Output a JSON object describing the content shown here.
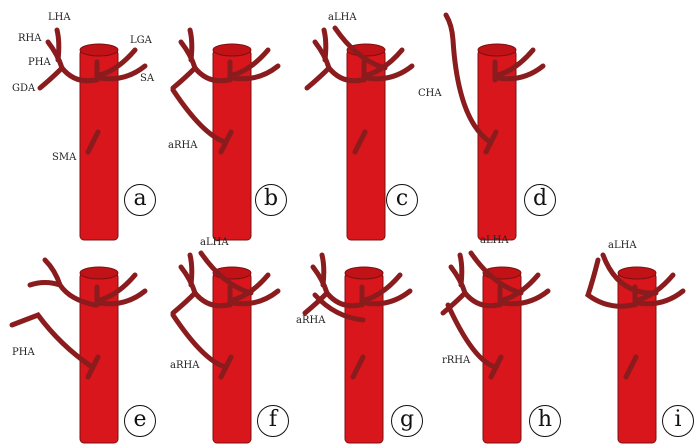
{
  "panels": [
    "a",
    "b",
    "c",
    "d",
    "e",
    "f",
    "g",
    "h",
    "i"
  ],
  "labels": {
    "a": {
      "lha": "LHA",
      "rha": "RHA",
      "pha": "PHA",
      "gda": "GDA",
      "lga": "LGA",
      "sa": "SA",
      "sma": "SMA"
    },
    "b": {
      "arha": "aRHA"
    },
    "c": {
      "alha": "aLHA"
    },
    "d": {
      "cha": "CHA"
    },
    "e": {
      "pha": "PHA"
    },
    "f": {
      "alha": "aLHA",
      "arha": "aRHA"
    },
    "g": {
      "arha": "aRHA"
    },
    "h": {
      "alha": "aLHA",
      "rrha": "rRHA"
    },
    "i": {
      "alha": "aLHA"
    }
  },
  "colors": {
    "aorta": "#d8161b",
    "artery": "#8a1c1e"
  }
}
